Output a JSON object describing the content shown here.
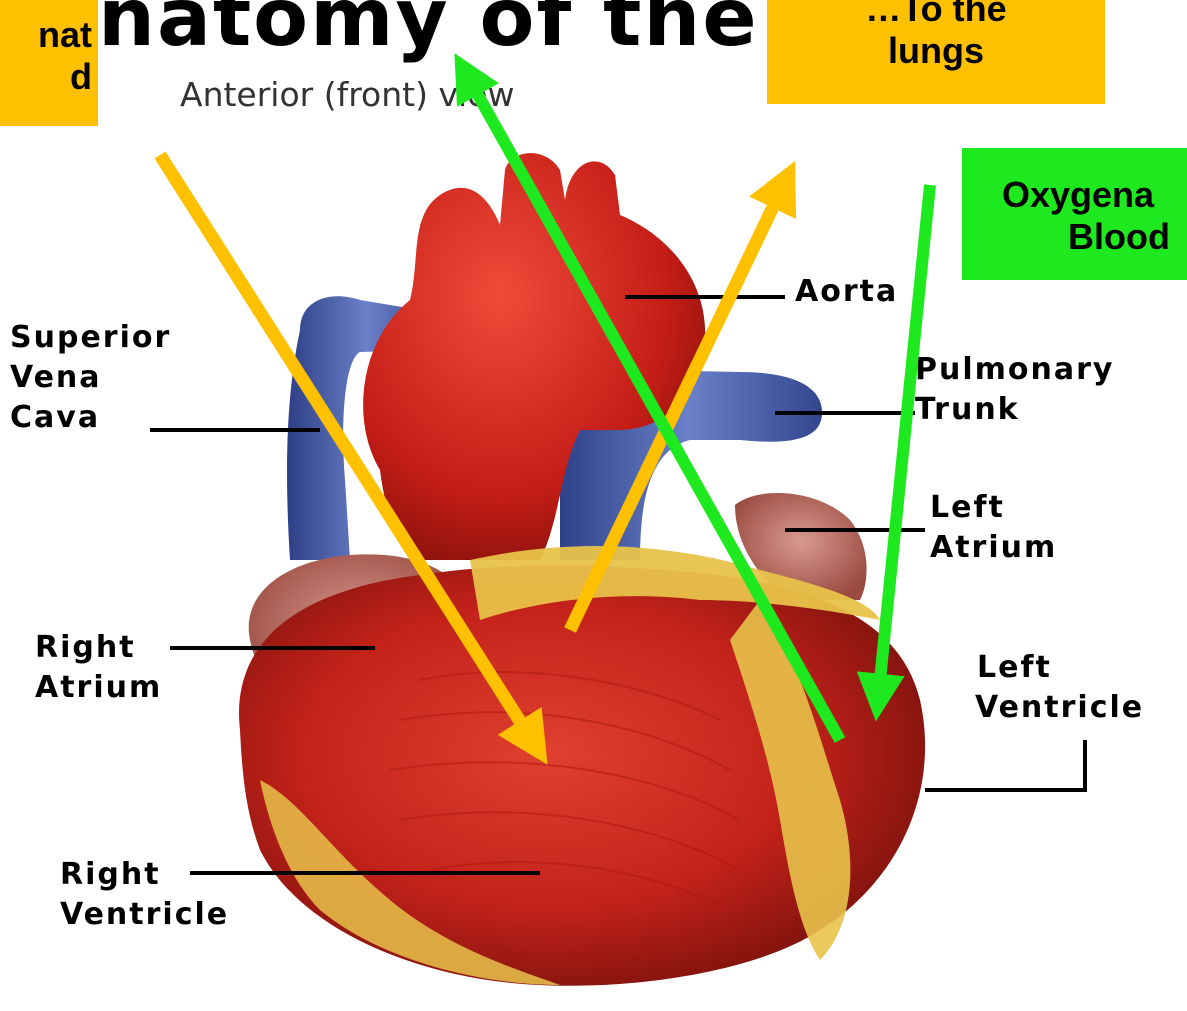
{
  "title": {
    "main": "natomy of the",
    "sub": "Anterior (front) view"
  },
  "callouts": {
    "deoxygenated": {
      "line1": "nat",
      "line2": "d",
      "color": "#ffc000"
    },
    "to_lungs": {
      "line1": "…To the",
      "line2": "lungs",
      "color": "#ffc000"
    },
    "oxygenated": {
      "line1": "Oxygena",
      "line2": "Blood",
      "color": "#1ee81e"
    }
  },
  "labels": {
    "aorta": "Aorta",
    "superior_vena_cava": [
      "Superior",
      "Vena",
      "Cava"
    ],
    "pulmonary_trunk": [
      "Pulmonary",
      "Trunk"
    ],
    "left_atrium": [
      "Left",
      "Atrium"
    ],
    "right_atrium": [
      "Right",
      "Atrium"
    ],
    "left_ventricle": [
      "Left",
      "Ventricle"
    ],
    "right_ventricle": [
      "Right",
      "Ventricle"
    ]
  },
  "colors": {
    "deoxygenated_arrow": "#ffc000",
    "oxygenated_arrow": "#1ee81e",
    "heart_muscle": "#c8251c",
    "vein_blue": "#4a5fa8",
    "fat": "#e8c24a"
  }
}
